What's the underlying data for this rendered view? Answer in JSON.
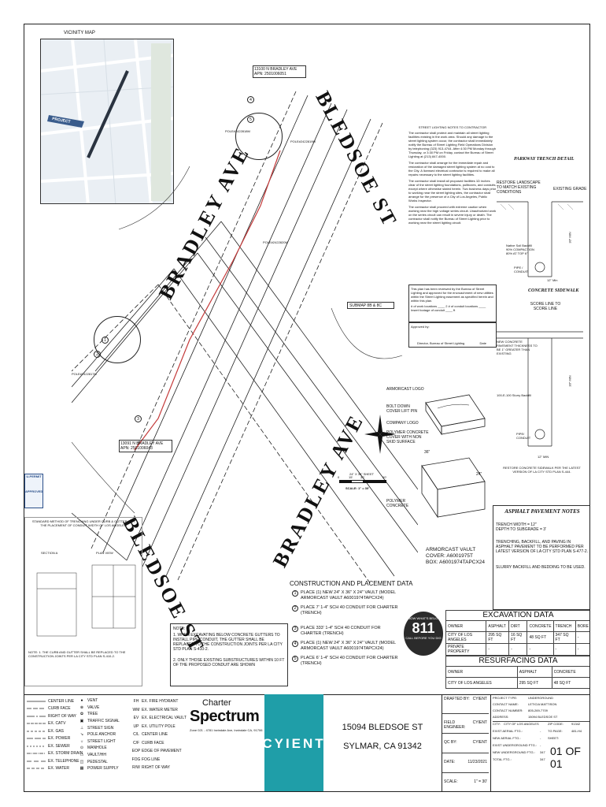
{
  "vicinity": {
    "title": "VICINITY MAP",
    "pin_label": "PROJECT"
  },
  "addresses": {
    "north": {
      "line1": "13100 N BRADLEY AVE",
      "line2": "APN: 2501006051"
    },
    "south": {
      "line1": "13091 N BRADLEY AVE",
      "line2": "APN: 2501006043"
    }
  },
  "streets": {
    "bledsoe_top": "BLEDSOE ST",
    "bradley_left": "BRADLEY AVE",
    "bradley_bottom": "BRADLEY AVE",
    "bledsoe_bottom": "BLEDSOE ST"
  },
  "poles": [
    "POLE#2422818M",
    "POLE#2422819M",
    "POLE#2422820M",
    "POLE#2422817M"
  ],
  "callouts": [
    "1",
    "2",
    "3",
    "4",
    "5"
  ],
  "submap": "SUBMAP 8B & 8C",
  "street_lighting": {
    "title": "STREET LIGHTING NOTES TO CONTRACTOR",
    "p1": "The contractor shall protect and maintain all street lighting facilities existing in the work area. Should any damage to the street lighting system occur, the contractor shall immediately notify the Bureau of Street Lighting Field Operations Division by telephoning (323) 913-4744. After 4:30 PM Monday through Thursday, or 3:30 PM on Friday, contact the Bureau of Street Lighting at (213) 847-4000.",
    "p2": "The contractor shall arrange for the immediate repair and restoration of the damaged street lighting system at no cost to the City. A licensed electrical contractor is required to make all repairs necessary to the street lighting facilities.",
    "p3": "The contractor shall install all proposed facilities 1D inches clear of the street lighting foundations, pullboxes, and conduits, except where otherwise stated herein. Two business days prior to working near the street lighting sites, the contractor shall arrange for the presence of a City of Los Angeles, Public Works Inspector.",
    "p4": "The contractor shall proceed with extreme caution when working near the high voltage series circuit. Unauthorized work on the series circuit can result in severe injury or death. The contractor shall notify the Bureau of Street Lighting prior to working near the street lighting circuit."
  },
  "approval_box": {
    "p": "This plan has been reviewed by the Bureau of Street Lighting and approved for the encroachment of new utilities within the Street Lighting easement as specified herein and within this plan.",
    "line1": "# of work locations ____ 2   # of conduit locations ____",
    "line2": "Insert footage of conduit ____ ft",
    "approved_by": "Approved by:",
    "signer": "Director, Bureau of Street Lighting",
    "date": "Date"
  },
  "parkway": {
    "title": "PARKWAY TRENCH DETAIL",
    "restore": "RESTORE LANDSCAPE TO MATCH EXISTING CONDITIONS",
    "grade": "EXISTING GRADE",
    "backfill": "Native Soil Backfill 90% COMPACTION 80% AT TOP 6\"",
    "pipe": "PIPE / CONDUIT",
    "depth": "30\" MIN",
    "width": "12\" Min"
  },
  "sidewalk": {
    "title": "CONCRETE SIDEWALK",
    "score": "SCORE LINE TO SCORE LINE",
    "new": "NEW CONCRETE PAVEMENT THICKNESS TO BE 1\" GREATER THAN EXISTING",
    "slurry": "100-E-100 Slurry Backfill",
    "pipe": "PIPE/ CONDUIT",
    "width": "12\" MIN",
    "depth": "30\" MIN",
    "restore": "RESTORE CONCRETE SIDEWALK PER THE LATEST VERSION OF LA CITY STD PLAN S-444."
  },
  "vault": {
    "armorcast_logo": "ARMORCAST LOGO",
    "bolt": "BOLT DOWN COVER LIFT PIN",
    "company": "COMPANY LOGO",
    "cover": "POLYMER CONCRETE COVER WITH NON SKID SURFACE",
    "polymer": "POLYMER CONCRETE",
    "model_l1": "ARMORCAST VAULT",
    "model_l2": "COVER: A6001975T",
    "model_l3": "BOX: A6001974TAPCX24",
    "dim_w": "24\"",
    "dim_l": "36\""
  },
  "scale_bar": {
    "label": "SCALE: 1\" = 30'",
    "sheet": "24\" X 36\" SHEET",
    "marks": [
      "0",
      "15'",
      "30'",
      "60'"
    ]
  },
  "asphalt": {
    "title": "ASPHALT PAVEMENT NOTES",
    "n1": "TRENCH WIDTH = 12\"",
    "n2": "DEPTH TO SUBGRADE = 3'",
    "n3": "TRENCHING, BACKFILL, AND PAVING IN ASPHALT PAVEMENT TO BE PERFORMED PER LATEST VERSION OF LA CITY STD PLAN S-477-2.",
    "n4": "SLURRY BACKFILL AND BEDDING TO BE USED."
  },
  "permit": {
    "title": "U-PERMIT",
    "status": "APPROVED"
  },
  "standard": {
    "title": "STANDARD METHOD OF TRENCHING UNDER CURB & GUTTER FOR THE PLACEMENT OF CONDUIT WIDTH OF LOS ANGELES",
    "label_a": "SECTION A",
    "label_b": "PLAN VIEW",
    "note": "NOTE: 1. THE CURB AND GUTTER SHALL BE REPLACED TO THE CONSTRUCTION JOINTS PER LA CITY STD PLAN S-410-2."
  },
  "notes": {
    "title": "NOTE:",
    "n1": "1. WHEN EXCAVATING BELOW CONCRETE GUTTERS TO INSTALL PIPE/CONDUIT, THE GUTTER SHALL BE REPLACED TO THE CONSTRUCTION JOINTS PER LA CITY STD PLAN S-410-2.",
    "n2": "2. ONLY THOSE EXISTING SUBSTRUCTURES WITHIN 10 FT OF THE PROPOSED CONDUIT ARE SHOWN"
  },
  "construction": {
    "title": "CONSTRUCTION AND PLACEMENT DATA",
    "items": [
      {
        "n": "1",
        "text": "PLACE (1) NEW 24\" X 36\" X 24\" VAULT (MODEL ARMORCAST VAULT A6001974TAPCX24)"
      },
      {
        "n": "2",
        "text": "PLACE 7' 1-4\" SCH 40 CONDUIT FOR CHARTER (TRENCH)"
      },
      {
        "n": "3",
        "text": "PLACE 333' 1-4\" SCH 40 CONDUIT FOR CHARTER (TRENCH)"
      },
      {
        "n": "4",
        "text": "PLACE (1) NEW 24\" X 36\" X 24\" VAULT (MODEL ARMORCAST VAULT A6001974TAPCX24)"
      },
      {
        "n": "5",
        "text": "PLACE 6' 1-4\" SCH 40 CONDUIT FOR CHARTER (TRENCH)"
      }
    ]
  },
  "badge811": {
    "top": "KNOW WHAT'S BELOW",
    "num": "811",
    "bottom": "CALL BEFORE YOU DIG"
  },
  "excavation": {
    "title": "EXCAVATION DATA",
    "headers": [
      "OWNER",
      "ASPHALT",
      "DIRT",
      "CONCRETE",
      "TRENCH",
      "BORE"
    ],
    "rows": [
      [
        "CITY OF LOS ANGELES",
        "295 SQ FT",
        "16 SQ FT",
        "48 SQ FT",
        "347 SQ FT",
        "-"
      ],
      [
        "PRIVATE PROPERTY",
        "-",
        "-",
        "-",
        "-",
        "-"
      ]
    ]
  },
  "resurfacing": {
    "title": "RESURFACING DATA",
    "headers": [
      "OWNER",
      "ASPHALT",
      "CONCRETE"
    ],
    "rows": [
      [
        "CITY OF LOS ANGELES",
        "295 SQ FT",
        "48 SQ FT"
      ]
    ]
  },
  "legend": {
    "lines": [
      "CENTER LINE",
      "CURB FACE",
      "RIGHT OF WAY",
      "EX. CATV",
      "EX. GAS",
      "EX. POWER",
      "EX. SEWER",
      "EX. STORM DRAIN",
      "EX. TELEPHONE",
      "EX. WATER"
    ],
    "symbols": [
      "VENT",
      "VALVE",
      "TREE",
      "TRAFFIC SIGNAL",
      "STREET SIGN",
      "POLE ANCHOR",
      "STREET LIGHT",
      "MANHOLE",
      "VAULT/HH",
      "PEDESTAL",
      "POWER SUPPLY"
    ],
    "abbr": [
      {
        "k": "FH",
        "v": "EX. FIRE HYDRANT"
      },
      {
        "k": "WM",
        "v": "EX. WATER METER"
      },
      {
        "k": "EV",
        "v": "EX. ELECTRICAL VAULT"
      },
      {
        "k": "UP",
        "v": "EX. UTILITY POLE"
      },
      {
        "k": "C/L",
        "v": "CENTER LINE"
      },
      {
        "k": "C/F",
        "v": "CURB FACE"
      },
      {
        "k": "EOP",
        "v": "EDGE OF PAVEMENT"
      },
      {
        "k": "FOG",
        "v": "FOG LINE"
      },
      {
        "k": "R/W",
        "v": "RIGHT OF WAY"
      }
    ]
  },
  "charter": {
    "small": "Charter",
    "big": "Spectrum",
    "address": "Zone 021 - 4781 Irwindale Ave, Irwindale CA, 91706"
  },
  "cyient": "CYIENT",
  "project_address": {
    "line1": "15094 BLEDSOE ST",
    "line2": "SYLMAR, CA 91342"
  },
  "titleblock": {
    "drafted_by": "DRAFTED BY:",
    "drafted_val": "CYIENT",
    "field_eng": "FIELD ENGINEER:",
    "field_val": "CYIENT",
    "qc": "QC BY:",
    "qc_val": "CYIENT",
    "date": "DATE:",
    "date_val": "11/23/2021",
    "scale": "SCALE:",
    "scale_val": "1\" = 30'",
    "project_type": "PROJECT TYPE:",
    "project_type_val": "UNDERGROUND",
    "contact_name": "CONTACT NAME:",
    "contact_name_val": "LETICIA MATTISON",
    "contact_num": "CONTACT NUMBER:",
    "contact_num_val": "805-269-7709",
    "address": "ADDRESS:",
    "address_val": "15094 BLEDSOE ST",
    "city": "CITY:",
    "city_val": "CITY OF LOS ANGELES",
    "zip": "ZIP CODE:",
    "zip_val": "91342",
    "exist_aerial": "EXIST AERIAL FTG.:",
    "exist_aerial_val": "-",
    "to_page": "TG PAGE:",
    "to_page_val": "481-H4",
    "new_aerial": "NEW AERIAL FTG.:",
    "new_aerial_val": "-",
    "sheet": "SHEET:",
    "exist_ug": "EXIST UNDERGROUND FTG.:",
    "exist_ug_val": "-",
    "new_ug": "NEW UNDERGROUND FTG.:",
    "new_ug_val": "347",
    "total": "TOTAL FTG.:",
    "total_val": "347",
    "sheet_num": "01",
    "of": "OF",
    "sheet_total": "01"
  }
}
